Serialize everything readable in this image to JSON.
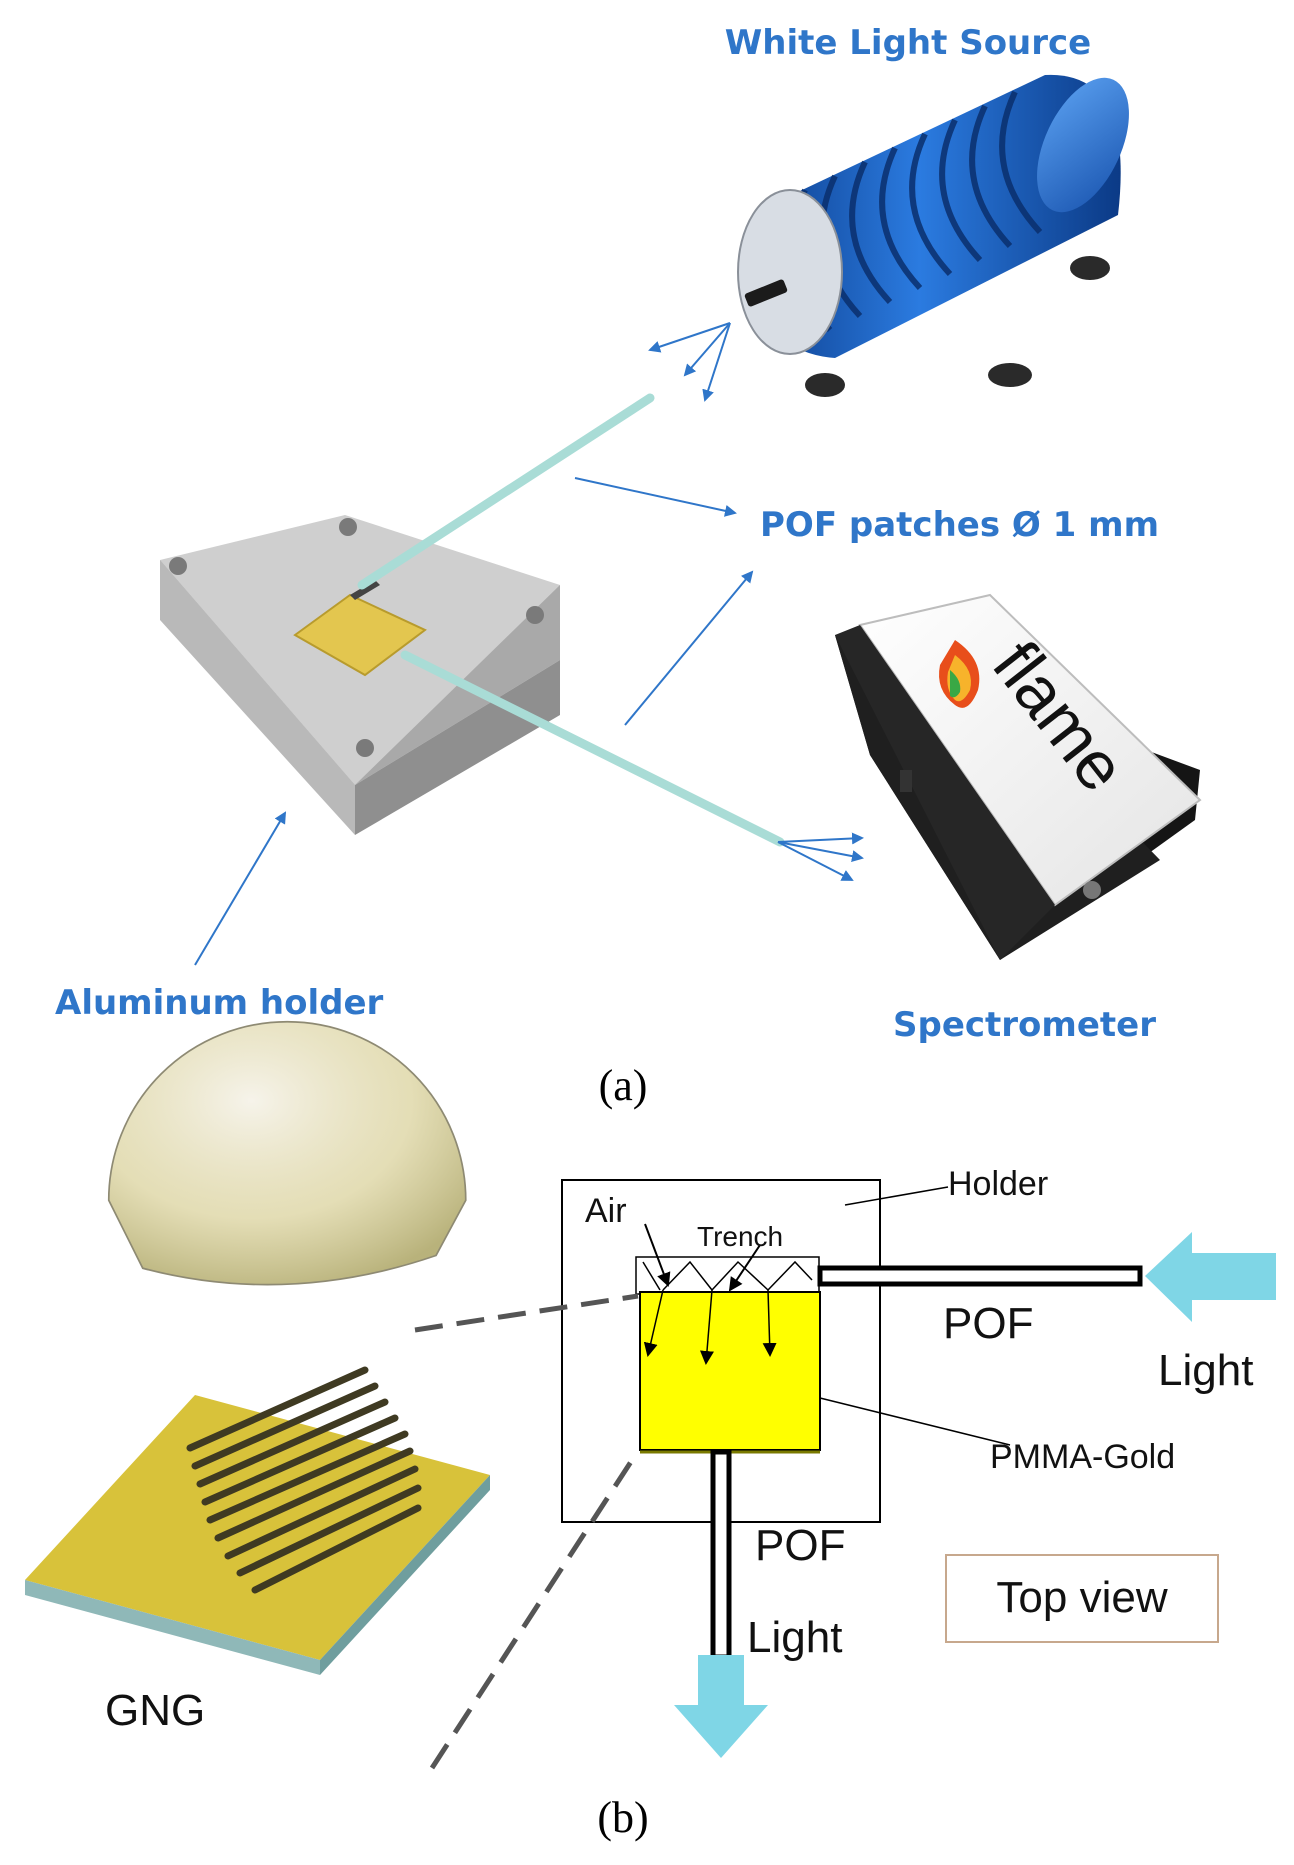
{
  "panel_a": {
    "labels": {
      "white_light_source": "White Light Source",
      "pof_patches": "POF patches Ø 1 mm",
      "aluminum_holder": "Aluminum holder",
      "spectrometer": "Spectrometer",
      "flame_brand": "flame"
    },
    "caption": "(a)"
  },
  "panel_b": {
    "labels": {
      "holder": "Holder",
      "air": "Air",
      "trench": "Trench",
      "pof_right": "POF",
      "light_right": "Light",
      "pmma_gold": "PMMA-Gold",
      "pof_bottom": "POF",
      "light_bottom": "Light",
      "top_view": "Top view",
      "gng": "GNG"
    },
    "caption": "(b)"
  },
  "colors": {
    "label_blue": "#2f76c9",
    "gold": "#ffff00",
    "light_arrow": "#7fd6e6",
    "holder_grey": "#bcbcbc",
    "source_blue": "#1f62c0"
  }
}
